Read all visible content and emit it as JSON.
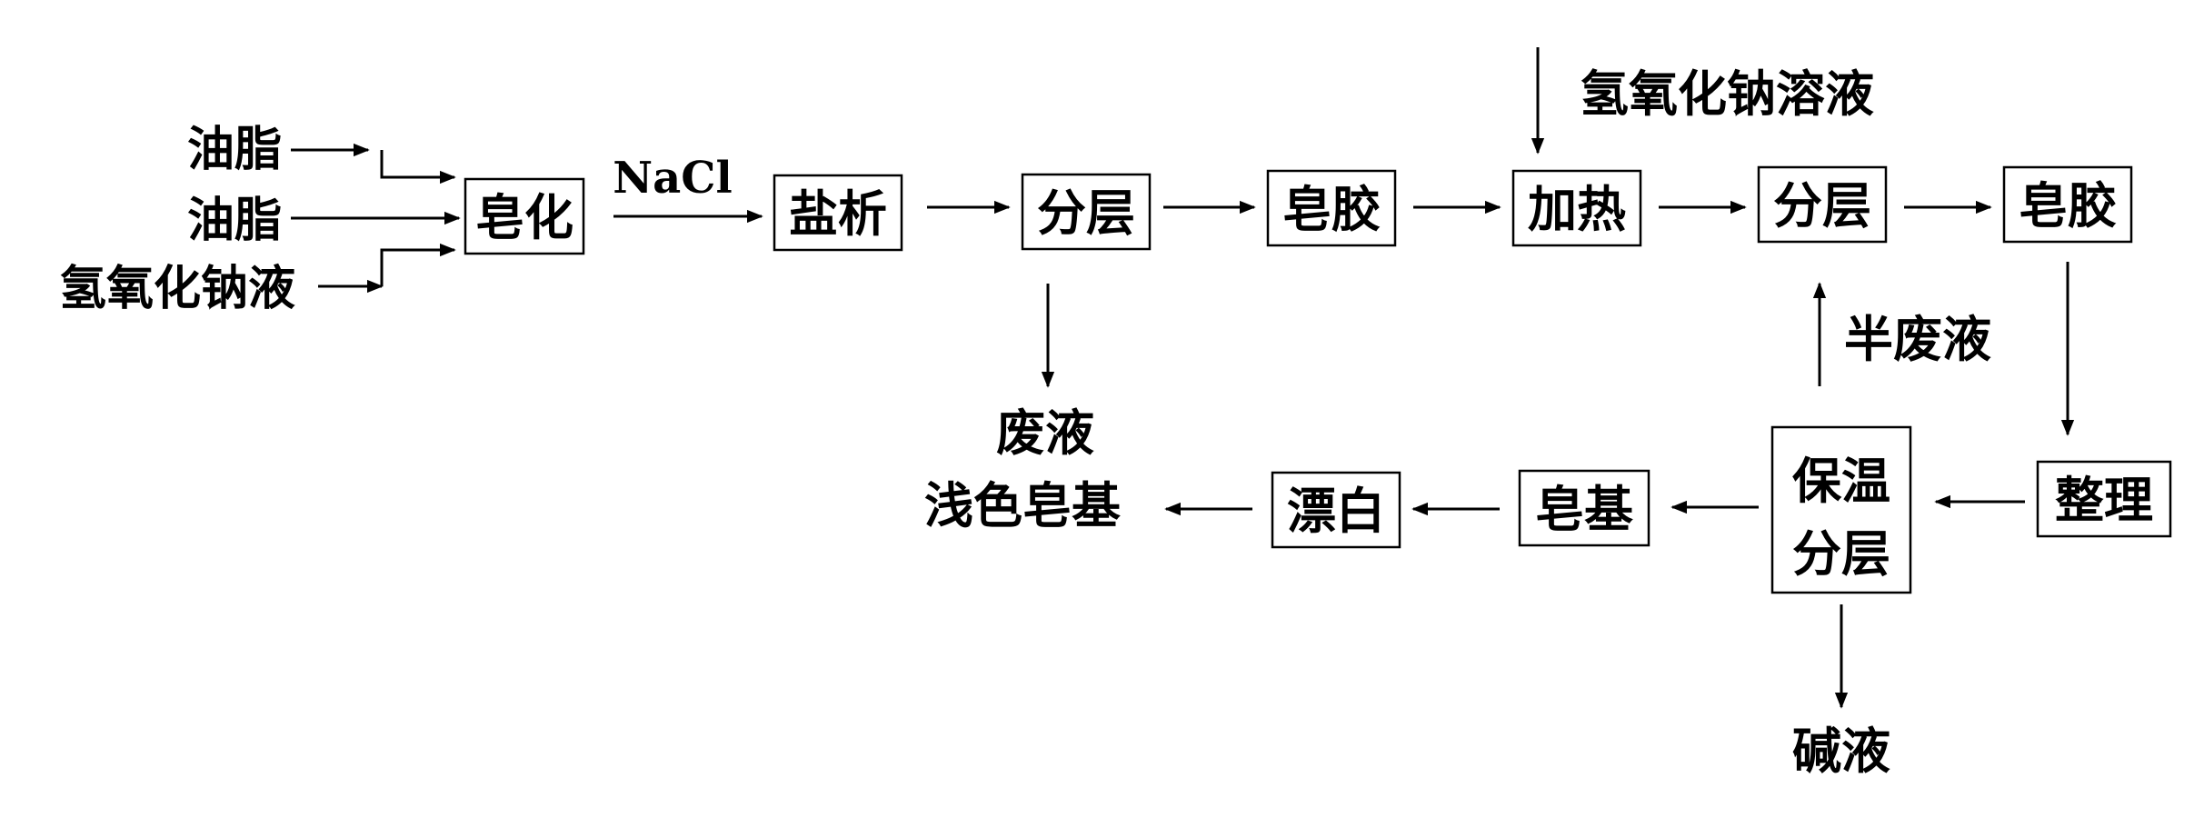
{
  "diagram": {
    "inputs": {
      "oil_1": "油脂",
      "oil_2": "油脂",
      "naoh_solution": "氢氧化钠液"
    },
    "reagents": {
      "nacl": "NaCl",
      "naoh_solution": "氢氧化钠溶液"
    },
    "steps": {
      "saponification": "皂化",
      "salting_out": "盐析",
      "layering_1": "分层",
      "soap_glue_1": "皂胶",
      "heating": "加热",
      "layering_2": "分层",
      "soap_glue_2": "皂胶",
      "arranging": "整理",
      "insulation_layering_line1": "保温",
      "insulation_layering_line2": "分层",
      "soap_base": "皂基",
      "bleaching": "漂白"
    },
    "outputs": {
      "waste_liquid": "废液",
      "light_soap_base": "浅色皂基",
      "semi_waste_liquid": "半废液",
      "alkali_liquid": "碱液"
    }
  }
}
